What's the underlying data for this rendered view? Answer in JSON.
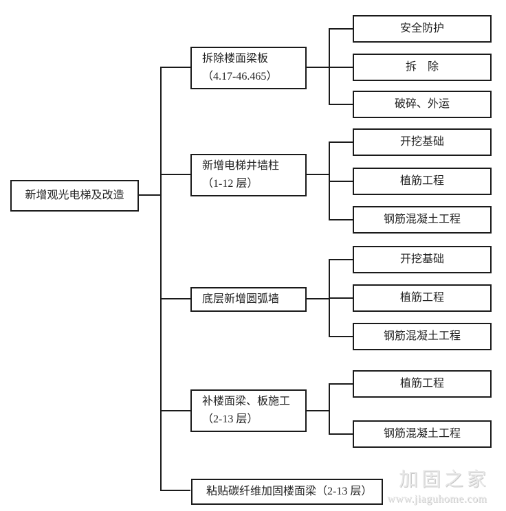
{
  "diagram": {
    "root": {
      "label": "新增观光电梯及改造"
    },
    "branches": [
      {
        "line1": "拆除楼面梁板",
        "line2": "（4.17-46.465）",
        "children": [
          "安全防护",
          "拆　除",
          "破碎、外运"
        ]
      },
      {
        "line1": "新增电梯井墙柱",
        "line2": "（1-12 层）",
        "children": [
          "开挖基础",
          "植筋工程",
          "钢筋混凝土工程"
        ]
      },
      {
        "line1": "底层新增圆弧墙",
        "line2": "",
        "children": [
          "开挖基础",
          "植筋工程",
          "钢筋混凝土工程"
        ]
      },
      {
        "line1": "补楼面梁、板施工",
        "line2": "（2-13 层）",
        "children": [
          "植筋工程",
          "钢筋混凝土工程"
        ]
      },
      {
        "line1": "粘贴碳纤维加固楼面梁（2-13 层）",
        "line2": "",
        "children": []
      }
    ],
    "watermark": {
      "title": "加固之家",
      "url": "www.jiaguhome.com"
    },
    "colors": {
      "line": "#1a1a1a",
      "box_border": "#1a1a1a",
      "background": "#ffffff",
      "watermark": "#e8e8e8"
    }
  }
}
